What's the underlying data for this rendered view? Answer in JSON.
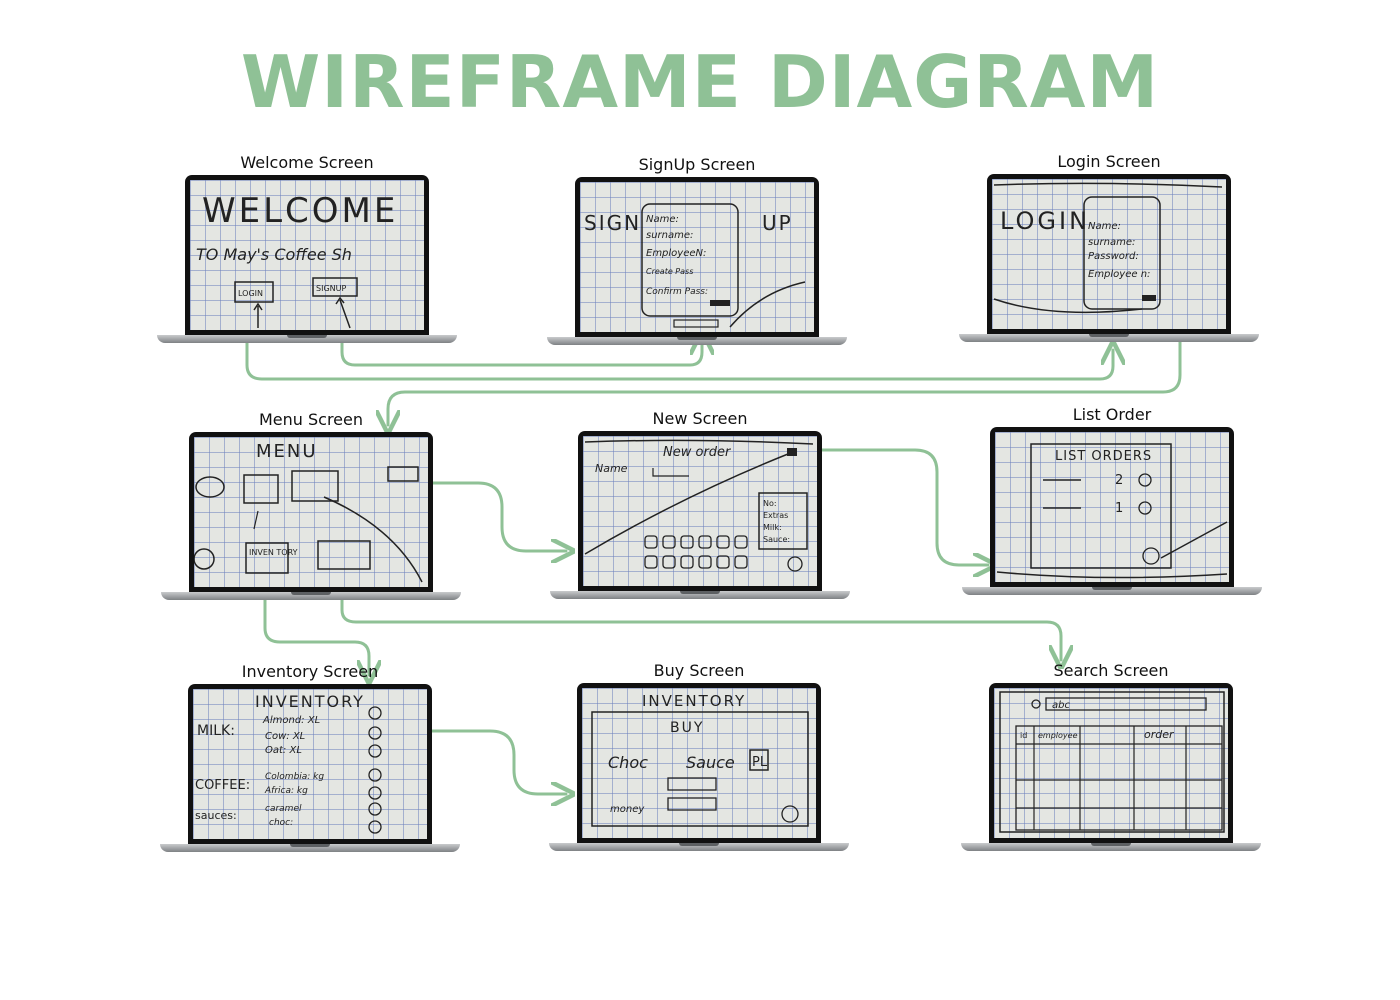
{
  "title": "WIREFRAME DIAGRAM",
  "accent_color": "#8fc196",
  "screens": {
    "welcome": {
      "label": "Welcome Screen",
      "sketch": {
        "heading": "WELCOME",
        "line": "TO May's Coffee Sh",
        "login_btn": "LOGIN",
        "signup_btn": "SIGNUP"
      }
    },
    "signup": {
      "label": "SignUp Screen",
      "sketch": {
        "left": "SIGN",
        "right": "UP",
        "fields": [
          "Name:",
          "surname:",
          "EmployeeN:",
          "Create Pass",
          "Confirm Pass:"
        ]
      }
    },
    "login": {
      "label": "Login Screen",
      "sketch": {
        "heading": "LOGIN",
        "fields": [
          "Name:",
          "surname:",
          "Password:",
          "Employee n:"
        ]
      }
    },
    "menu": {
      "label": "Menu Screen",
      "sketch": {
        "heading": "MENU",
        "inventory": "INVEN TORY"
      }
    },
    "new_order": {
      "label": "New Screen",
      "sketch": {
        "heading": "New order",
        "name": "Name",
        "fields": [
          "No:",
          "Extras",
          "Milk:",
          "Sauce:"
        ]
      }
    },
    "list_order": {
      "label": "List Order",
      "sketch": {
        "heading": "LIST ORDERS",
        "qty": [
          "2",
          "1"
        ]
      }
    },
    "inventory": {
      "label": "Inventory Screen",
      "sketch": {
        "heading": "INVENTORY",
        "milk": "MILK:",
        "milk_items": [
          "Almond: XL",
          "Cow: XL",
          "Oat: XL"
        ],
        "coffee": "COFFEE:",
        "coffee_items": [
          "Colombia: kg",
          "Africa: kg"
        ],
        "sauces": "sauces:",
        "sauce_items": [
          "caramel",
          "choc:"
        ]
      }
    },
    "buy": {
      "label": "Buy Screen",
      "sketch": {
        "heading": "INVENTORY",
        "sub": "BUY",
        "items": [
          "Choc",
          "Sauce",
          "PL"
        ],
        "money": "money"
      }
    },
    "search": {
      "label": "Search Screen",
      "sketch": {
        "query": "abc",
        "columns": [
          "id",
          "employee",
          "order"
        ]
      }
    }
  },
  "connections": [
    {
      "from": "Welcome Screen",
      "to": "SignUp Screen"
    },
    {
      "from": "Welcome Screen",
      "to": "Login Screen"
    },
    {
      "from": "Login Screen",
      "to": "Menu Screen"
    },
    {
      "from": "Menu Screen",
      "to": "New Screen"
    },
    {
      "from": "New Screen",
      "to": "List Order"
    },
    {
      "from": "Menu Screen",
      "to": "Inventory Screen"
    },
    {
      "from": "Menu Screen",
      "to": "Search Screen"
    },
    {
      "from": "Inventory Screen",
      "to": "Buy Screen"
    }
  ]
}
